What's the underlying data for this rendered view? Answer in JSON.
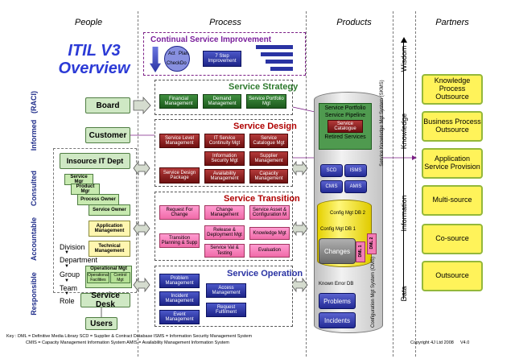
{
  "columns": {
    "people": "People",
    "process": "Process",
    "products": "Products",
    "partners": "Partners"
  },
  "title_line1": "ITIL V3",
  "title_line2": "Overview",
  "raci": {
    "header": "(RACI)",
    "informed": "Informed",
    "consulted": "Consulted",
    "accountable": "Accountable",
    "responsible": "Responsible"
  },
  "people": {
    "board": "Board",
    "customer": "Customer",
    "insource": "Insource IT Dept",
    "service_mgr": "Service Mgr",
    "product_mgr": "Product Mgr",
    "process_owner": "Process Owner",
    "service_owner": "Service Owner",
    "application_mgmt": "Application Management",
    "technical_mgmt": "Technical Management",
    "operational_mgt": "Operational Mgt",
    "operational_facilities": "Operational Facilities",
    "control_mgt": "Control Mgt",
    "division": "Division",
    "department": "Department",
    "group": "Group",
    "team": "Team",
    "role": "Role",
    "service_desk": "Service Desk",
    "users": "Users"
  },
  "csi": {
    "title": "Continual Service Improvement",
    "act": "Act",
    "plan": "Plan",
    "check": "Check",
    "do": "Do",
    "seven_step": "7 Step Improvement"
  },
  "strategy": {
    "title": "Service Strategy",
    "boxes": [
      "Financial Management",
      "Demand Management",
      "Service Portfolio Mgt"
    ]
  },
  "design": {
    "title": "Service Design",
    "boxes": [
      "Service Level Management",
      "IT Service Continuity Mgt",
      "Service Catalogue Mgt",
      "Information Security Mgt",
      "Supplier Management",
      "Service Design Package",
      "Availability Management",
      "Capacity Management"
    ]
  },
  "transition": {
    "title": "Service Transition",
    "boxes": [
      "Request For Change",
      "Change Management",
      "Service Asset & Configuration M",
      "Transition Planning & Supp",
      "Release & Deployment Mgt",
      "Knowledge Mgt",
      "Service Val & Testing",
      "Evaluation"
    ]
  },
  "operation": {
    "title": "Service Operation",
    "boxes": [
      "Problem Management",
      "Access Management",
      "Incident Management",
      "Request Fulfilment",
      "Event Management"
    ]
  },
  "products": {
    "portfolio": "Service Portfolio",
    "pipeline": "Service Pipeline",
    "catalogue": "Service Catalogue",
    "retired": "Retired Services",
    "skms": "Service Knowledge Mgt System (SKMS)",
    "scd": "SCD",
    "isms": "ISMS",
    "cmis": "CMIS",
    "amis": "AMIS",
    "cmdb2": "Config Mgt DB 2",
    "cmdb1": "Config Mgt DB 1",
    "changes": "Changes",
    "dml1": "DML 1",
    "dml2": "DML 2",
    "kedb": "Known Error DB",
    "problems": "Problems",
    "incidents": "Incidents",
    "cms": "Configuration Mgt System (CMS)"
  },
  "dikw": {
    "wisdom": "Wisdom",
    "knowledge": "Knowledge",
    "information": "Information",
    "data": "Data"
  },
  "partners": [
    "Knowledge Process Outsource",
    "Business Process Outsource",
    "Application Service Provision",
    "Multi-source",
    "Co-source",
    "Outsource"
  ],
  "key": {
    "line1": "Key : DML = Definitive Media Library     SCD = Supplier & Contract Database     ISMS = Information Security Management System",
    "line2": "CMIS = Capacity Management Information System     AMIS = Availability Management Information System"
  },
  "copyright": "Copyright 4J Ltd 2008",
  "version": "V4.0",
  "colors": {
    "green": "#2e7a2e",
    "red": "#8e1c1c",
    "pink": "#f37cb5",
    "blue": "#2a33a3",
    "yellow": "#fff35a",
    "purple_title": "#7a1f9c"
  }
}
